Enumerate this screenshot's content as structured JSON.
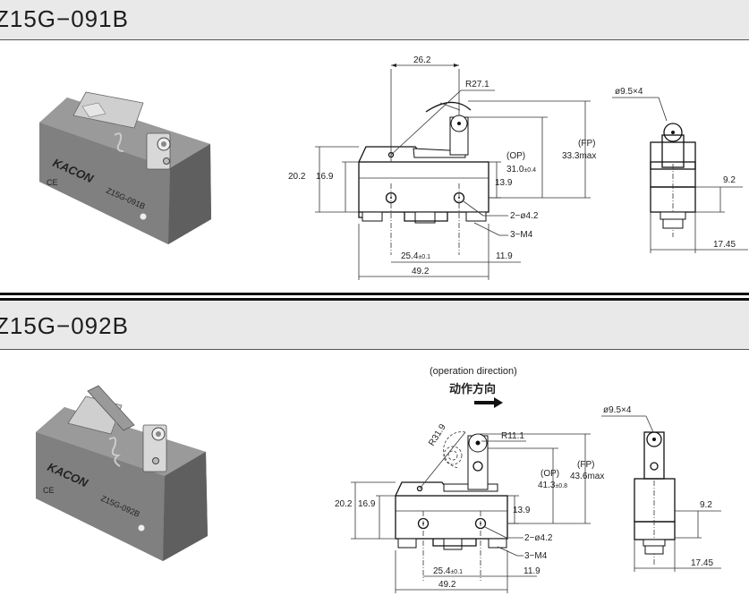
{
  "products": [
    {
      "model": "Z15G−091B",
      "photo": {
        "brand": "KACON",
        "model_text": "Z15G-091B"
      },
      "dims": {
        "lever_offset": "26.2",
        "radius": "R27.1",
        "op_label": "(OP)",
        "op_value": "31.0",
        "op_tol": "±0.4",
        "fp_label": "(FP)",
        "fp_value": "33.3max",
        "h_total": "20.2",
        "h_body": "16.9",
        "h_13_9": "13.9",
        "hole": "2−ø4.2",
        "screw": "3−M4",
        "pitch": "25.4",
        "pitch_tol": "±0.1",
        "edge": "11.9",
        "width": "49.2",
        "roller": "ø9.5×4",
        "side_h": "9.2",
        "side_w": "17.45"
      }
    },
    {
      "model": "Z15G−092B",
      "photo": {
        "brand": "KACON",
        "model_text": "Z15G-092B"
      },
      "direction": {
        "en": "(operation direction)",
        "zh": "动作方向"
      },
      "dims": {
        "radius_main": "R31.9",
        "radius_small": "R11.1",
        "op_label": "(OP)",
        "op_value": "41.3",
        "op_tol": "±0.8",
        "fp_label": "(FP)",
        "fp_value": "43.6max",
        "h_total": "20.2",
        "h_body": "16.9",
        "h_13_9": "13.9",
        "hole": "2−ø4.2",
        "screw": "3−M4",
        "pitch": "25.4",
        "pitch_tol": "±0.1",
        "edge": "11.9",
        "width": "49.2",
        "roller": "ø9.5×4",
        "side_h": "9.2",
        "side_w": "17.45"
      }
    }
  ]
}
